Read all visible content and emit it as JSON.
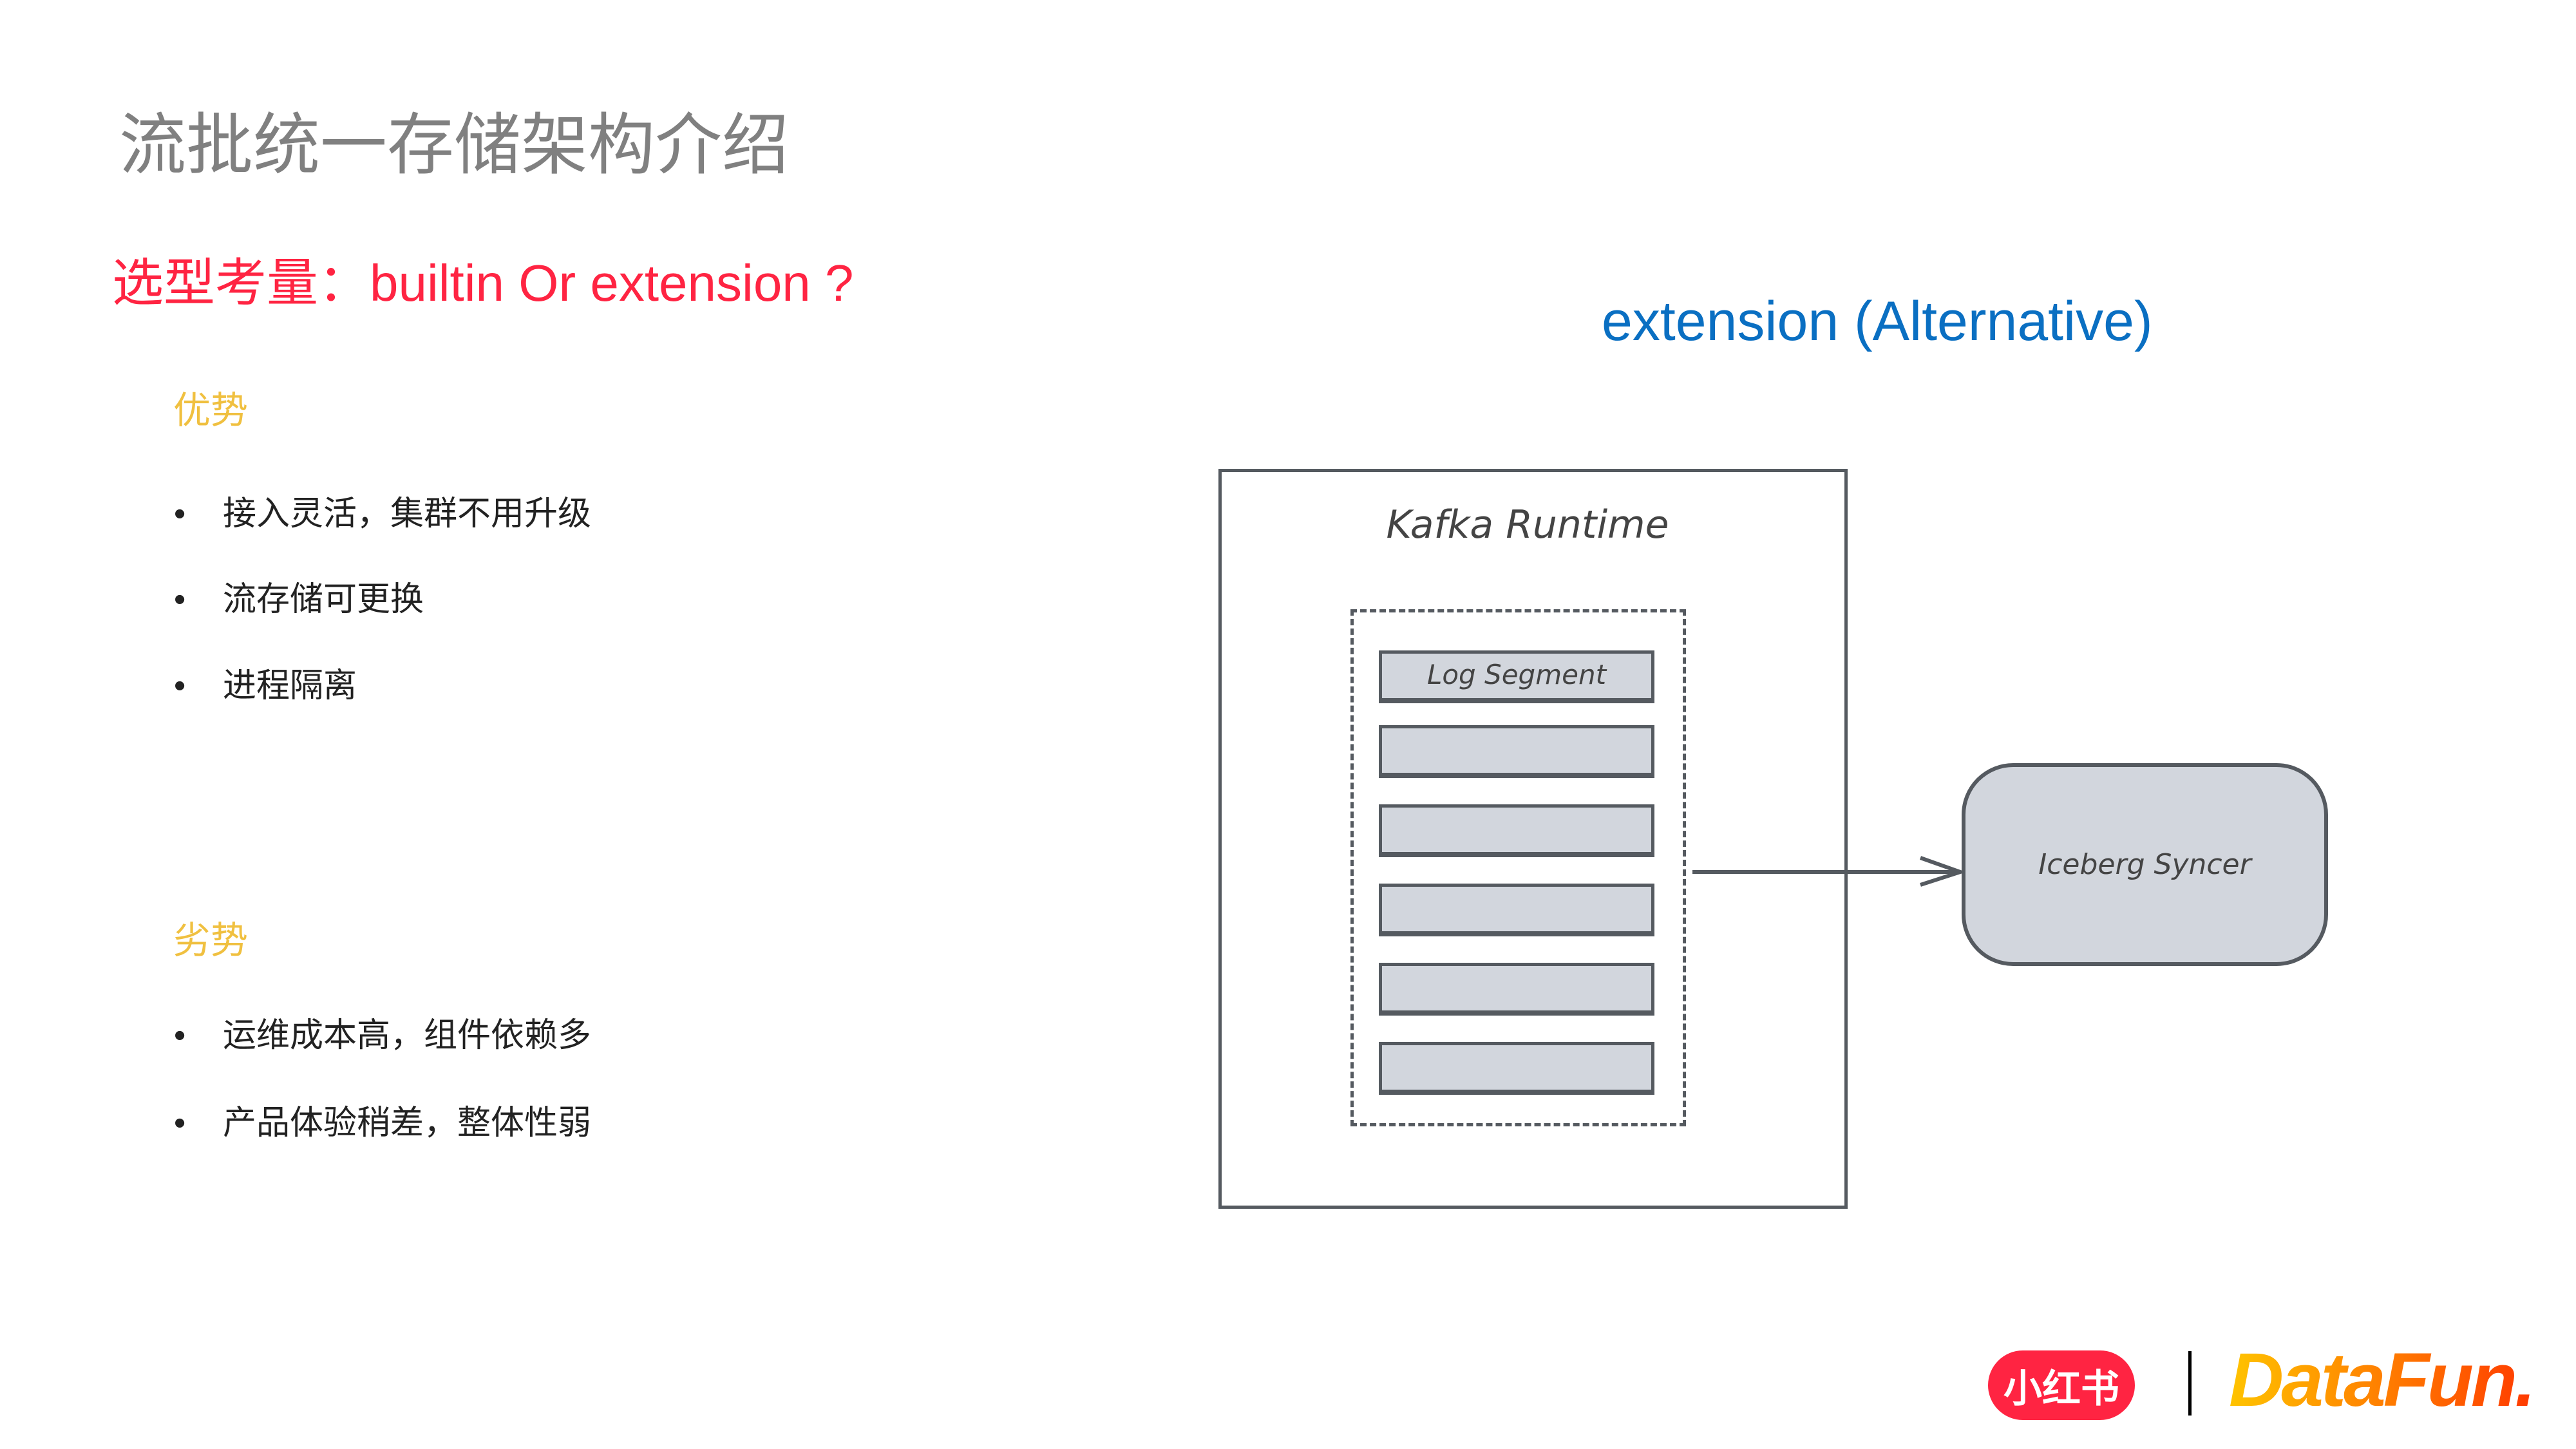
{
  "header": {
    "title": "流批统一存储架构介绍",
    "subtitle": "选型考量：builtin Or extension ?"
  },
  "advantages": {
    "heading": "优势",
    "items": [
      "接入灵活，集群不用升级",
      "流存储可更换",
      "进程隔离"
    ]
  },
  "disadvantages": {
    "heading": "劣势",
    "items": [
      "运维成本高，组件依赖多",
      "产品体验稍差，整体性弱"
    ]
  },
  "diagram": {
    "caption": "extension (Alternative)",
    "runtime_label": "Kafka Runtime",
    "segment_label": "Log Segment",
    "syncer_label": "Iceberg Syncer"
  },
  "footer": {
    "logo_xhs": "小红书",
    "logo_datafun": "DataFun."
  },
  "colors": {
    "title": "#808080",
    "subtitle": "#ff2442",
    "section": "#f0c040",
    "caption": "#0a6fc2",
    "box_fill": "#d2d6dd"
  }
}
